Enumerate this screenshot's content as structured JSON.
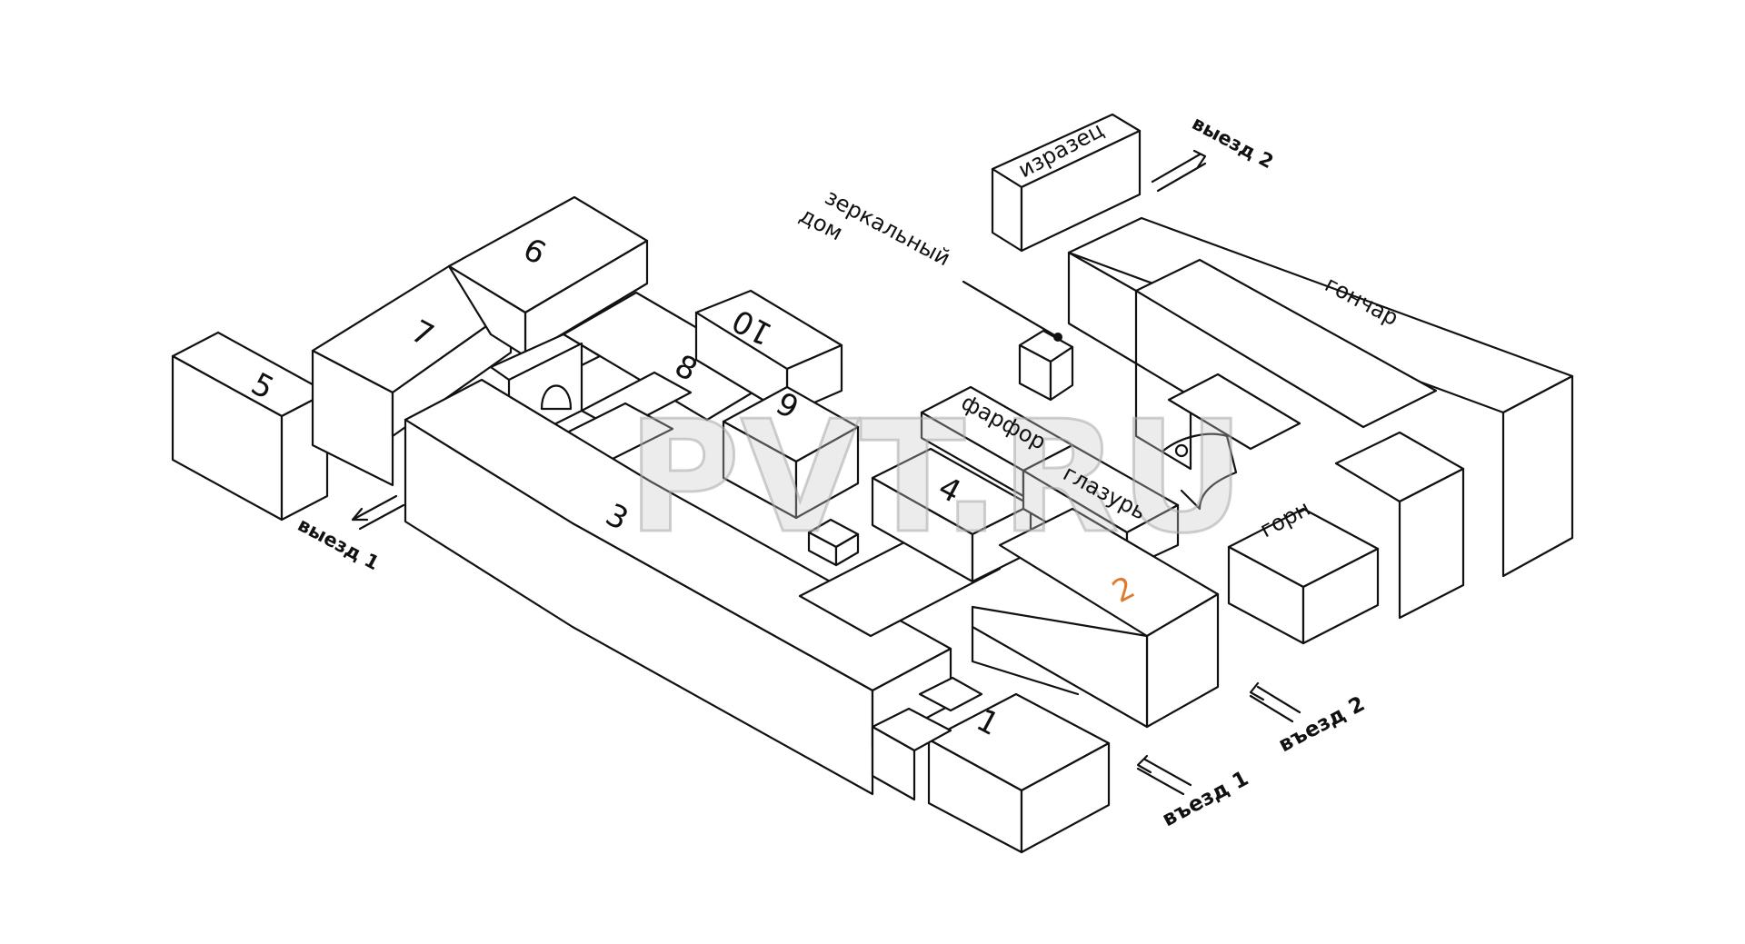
{
  "colors": {
    "line": "#111111",
    "background": "#ffffff",
    "accent": "#e07a2e",
    "watermark": "#c8c8c8"
  },
  "watermark": "PVT.RU",
  "buildings": {
    "b1": "1",
    "b2": "2",
    "b3": "3",
    "b4": "4",
    "b5": "5",
    "b6": "6",
    "b7": "7",
    "b8": "8",
    "b9": "9",
    "b10": "10",
    "izrazets": "изразец",
    "mirror_house_line1": "зеркальный",
    "mirror_house_line2": "дом",
    "gonchar": "гончар",
    "farfor": "фарфор",
    "glazur": "глазурь",
    "gorn": "горн"
  },
  "roads": {
    "exit1": "выезд 1",
    "exit2": "выезд 2",
    "entry1": "въезд 1",
    "entry2": "въезд 2"
  }
}
